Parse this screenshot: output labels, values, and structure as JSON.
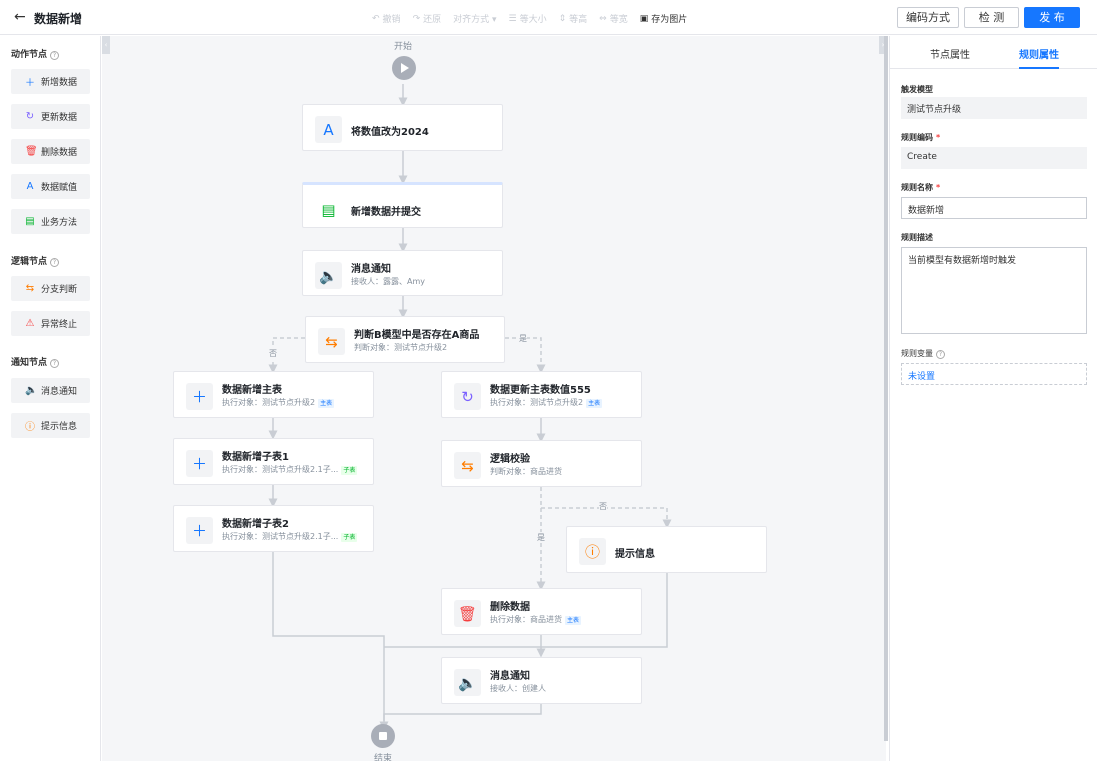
{
  "header": {
    "back_icon": "arrow-left-icon",
    "title": "数据新增",
    "tools": [
      {
        "icon": "undo-icon",
        "label": "撤销"
      },
      {
        "icon": "redo-icon",
        "label": "还原"
      },
      {
        "icon": "align-icon",
        "label": "对齐方式 ▾"
      },
      {
        "icon": "same-size-icon",
        "label": "等大小"
      },
      {
        "icon": "same-height-icon",
        "label": "等高"
      },
      {
        "icon": "same-width-icon",
        "label": "等宽"
      },
      {
        "icon": "image-icon",
        "label": "存为图片"
      }
    ],
    "encode_label": "编码方式",
    "check_label": "检 测",
    "publish_label": "发 布"
  },
  "palette": {
    "action_title": "动作节点",
    "action_items": [
      {
        "icon": "plus-icon",
        "label": "新增数据"
      },
      {
        "icon": "refresh-icon",
        "label": "更新数据"
      },
      {
        "icon": "trash-icon",
        "label": "删除数据"
      },
      {
        "icon": "assign-icon",
        "label": "数据赋值"
      },
      {
        "icon": "method-icon",
        "label": "业务方法"
      }
    ],
    "logic_title": "逻辑节点",
    "logic_items": [
      {
        "icon": "branch-icon",
        "label": "分支判断"
      },
      {
        "icon": "warning-icon",
        "label": "异常终止"
      }
    ],
    "notify_title": "通知节点",
    "notify_items": [
      {
        "icon": "speaker-icon",
        "label": "消息通知"
      },
      {
        "icon": "info-icon",
        "label": "提示信息"
      }
    ]
  },
  "flow": {
    "start_label": "开始",
    "end_label": "结束",
    "branch_no": "否",
    "branch_yes": "是",
    "nodes": {
      "assign": {
        "title": "将数值改为2024"
      },
      "add_submit": {
        "title": "新增数据并提交"
      },
      "notify1": {
        "title": "消息通知",
        "sub": "接收人：露露、Amy"
      },
      "judge1": {
        "title": "判断B模型中是否存在A商品",
        "sub": "判断对象：测试节点升级2"
      },
      "add_main": {
        "title": "数据新增主表",
        "sub": "执行对象：测试节点升级2",
        "tag": "主表"
      },
      "add_sub1": {
        "title": "数据新增子表1",
        "sub": "执行对象：测试节点升级2.1子...",
        "tag": "子表"
      },
      "add_sub2": {
        "title": "数据新增子表2",
        "sub": "执行对象：测试节点升级2.1子...",
        "tag": "子表"
      },
      "update": {
        "title": "数据更新主表数值555",
        "sub": "执行对象：测试节点升级2",
        "tag": "主表"
      },
      "logic_check": {
        "title": "逻辑校验",
        "sub": "判断对象：商品进货"
      },
      "tip": {
        "title": "提示信息"
      },
      "delete": {
        "title": "删除数据",
        "sub": "执行对象：商品进货",
        "tag": "主表"
      },
      "notify2": {
        "title": "消息通知",
        "sub": "接收人：创建人"
      }
    }
  },
  "panel": {
    "tab_node": "节点属性",
    "tab_rule": "规则属性",
    "trigger_model_label": "触发模型",
    "trigger_model_value": "测试节点升级",
    "rule_code_label": "规则编码",
    "rule_code_value": "Create",
    "rule_name_label": "规则名称",
    "rule_name_value": "数据新增",
    "rule_desc_label": "规则描述",
    "rule_desc_value": "当前模型有数据新增时触发",
    "rule_var_label": "规则变量",
    "rule_var_value": "未设置"
  },
  "colors": {
    "primary": "#1677ff",
    "canvas_bg": "#f5f6f8",
    "required": "#f53f3f"
  }
}
